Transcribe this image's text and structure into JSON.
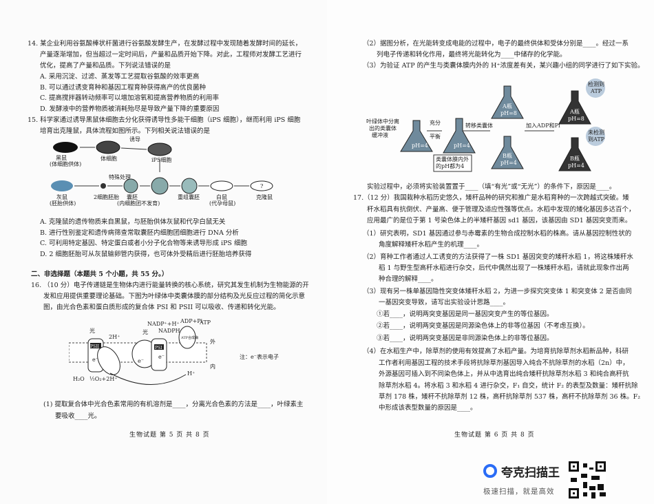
{
  "left_page": {
    "q14": {
      "lines": [
        "14. 某企业利用谷氨酸棒状杆菌进行谷氨酸发酵生产，在发酵过程中发现随着发酵时间的延长，",
        "产量逐渐增加，但当超过一定时间后，产量和品质开始下降。对此，工程师对发酵工艺进行",
        "优化，提高了产量和品质。下列说法错误的是"
      ],
      "options": [
        "A. 采用沉淀、过滤、蒸发等工艺提取谷氨酸的效率更高",
        "B. 可以通过诱变育种和基因工程育种获得高产的优良菌种",
        "C. 提高搅拌器转动频率可以增加溶氧和提高营养物质的利用率",
        "D. 发酵液中的营养物质被消耗殆尽是导致产量下降的重要原因"
      ]
    },
    "q15": {
      "lines": [
        "15. 科学家通过诱导黑鼠体细胞去分化获得诱导性多能干细胞（iPS 细胞），继而利用 iPS 细胞",
        "培育出克隆鼠，具体流程如图所示。下列相关说法错误的是"
      ],
      "diagram": {
        "black_mouse": "黑鼠",
        "black_mouse_note": "(体细胞供体)",
        "somatic_cells": "体细胞",
        "induce": "诱导",
        "ips_cells": "iPS细胞",
        "gray_mouse": "灰鼠",
        "gray_mouse_note": "(胚胎供体)",
        "two_cell": "2细胞胚胎",
        "special": "特殊处理",
        "blastocyst": "囊胚",
        "blastocyst_note": "(内细胞团不发育)",
        "recon": "重组囊胚",
        "white_mouse": "白鼠",
        "white_mouse_note": "(代孕母鼠)",
        "clone": "克隆鼠",
        "question": "?"
      },
      "options": [
        "A. 克隆鼠的遗传物质来自黑鼠，与胚胎供体灰鼠和代孕白鼠无关",
        "B. 进行性别鉴定和遗传病筛查常取囊胚内细胞团细胞进行 DNA 分析",
        "C. 可利用特定基因、特定蛋白或者小分子化合物等来诱导形成 iPS 细胞",
        "D. 2 细胞胚胎可从灰鼠输卵管内获得，也可体外受精后进行胚胎培养获得"
      ]
    },
    "section2": "二、非选择题（本题共 5 个小题，共 55 分。）",
    "q16": {
      "lines": [
        "16. （10 分）电子传递链是生物体内进行能量转换的核心系统，研究其发生机制为生物能源的开",
        "发和应用提供重要理论基础。下图为叶绿体中类囊体膜的部分结构及光反应过程的简化示意",
        "图，由光合色素和蛋白质形成的复合体 PSI 和 PSII 可以吸收、传递和转化光能。"
      ],
      "diagram": {
        "light1": "光",
        "light2": "光",
        "psii": "PSII",
        "psi": "PSI",
        "h2o": "H₂O",
        "o2": "½O₂+2H⁺",
        "two_h": "2H⁺",
        "nadp": "NADP⁺+H⁺",
        "nadph": "NADPH",
        "adp": "ADP+Pi",
        "atp": "ATP",
        "atp_synthase": "ATP合成酶",
        "e1": "e⁻",
        "e2": "e⁻",
        "e3": "e⁻",
        "h_plus": "H⁺",
        "outside": "外",
        "inside": "内",
        "note": "注：e⁻表示电子"
      },
      "sub1": [
        "(1) 提取复合体中光合色素常用的有机溶剂是____，分离光合色素的方法是____，叶绿素主",
        "要吸收____光。"
      ]
    },
    "footer": "生物试题  第 5 页  共 8 页"
  },
  "right_page": {
    "q16_cont": {
      "sub2": [
        "（2）据图分析，在光能转变成电能的过程中，电子的最终供体和受体分别是____。经过一系",
        "列电子传递和转化作用，最终将光能转化为____中储存的化学能。"
      ],
      "sub3": "（3）为验证 ATP 的产生与类囊体膜内外的 H⁺浓度差有关，某兴趣小组的同学进行了如下实验。",
      "diagram": {
        "source": [
          "叶绿体中分离",
          "出的类囊体",
          "缓冲液"
        ],
        "ph4": "pH=4",
        "equil": [
          "充分",
          "平衡"
        ],
        "ph4b": "pH=4",
        "box": [
          "类囊体膜内外",
          "的pH都为4"
        ],
        "transfer": "转移类囊体",
        "a": "A瓶",
        "a_ph": "pH=8",
        "b": "B瓶",
        "b_ph": "pH=4",
        "add": "加入ADP和Pi",
        "a2": "A瓶",
        "a2_ph": "pH=8",
        "b2": "B瓶",
        "b2_ph": "pH=4",
        "detected": [
          "检测到",
          "ATP"
        ],
        "not_detected": [
          "未检测",
          "到ATP"
        ]
      },
      "after": "实验过程中，必须将实验装置置于____（填“有光”或“无光”）的条件下，原因是____。"
    },
    "q17": {
      "lines": [
        "17.（12 分）我国栽种水稻历史悠久，矮秆品种的研究和推广是水稻育种的一次跨越式突破。矮",
        "秆水稻具有抗倒伏、产量高、便于管理及适应性强等优点。水稻中发现的矮化基因多达百个，",
        "应用最广的是位于第 1 号染色体上的半矮秆基因 sd1 基因，该基因由 SD1 基因突变而来。"
      ],
      "sub1": [
        "（1）研究表明，SD1 基因通过参与赤霉素的生物合成控制水稻的株高。请从基因控制性状的",
        "角度解释矮秆水稻产生的机理____。"
      ],
      "sub2": [
        "（2）育种工作者通过人工诱变的方法获得了一株 SD1 基因突变的矮秆水稻 1，将这株矮秆水",
        "稻 1 与野生型高秆水稻进行杂交，后代中偶然出现了一株矮秆水稻，请就此现象作出两",
        "种合理的解释____。"
      ],
      "sub3": [
        "（3）现有另一株单基因隐性突变体矮秆水稻 2，为进一步探究突变体 1 和突变体 2 是否由同",
        "一基因突变导致，请写出实验设计思路____。",
        "①若____，说明两突变基因是同一基因突变产生的等位基因。",
        "②若____，说明两突变基因是同源染色体上的非等位基因（不考虑互换）。",
        "③若____，说明两突变基因是非同源染色体上的非等位基因。"
      ],
      "sub4": [
        "（4）在水稻生产中，除草剂的使用有效提高了水稻产量。为培育抗除草剂水稻新品种，科研",
        "工作者利用基因工程的技术手段将抗除草剂基因导入纯合不抗除草剂的水稻（2n）中，",
        "外源基因可插入到不同染色体上，并从中选育出纯合矮秆抗除草剂水稻 3 和纯合高秆抗",
        "除草剂水稻 4。将水稻 3 和水稻 4 进行杂交，F₁ 自交，统计 F₂ 的表型及数量：矮秆抗除",
        "草剂 178 株，矮秆不抗除草剂 12 株，高秆抗除草剂 537 株，高秆不抗除草剂 36 株。F₂",
        "中形成该表型数量的原因是____。"
      ]
    },
    "footer": "生物试题  第 6 页  共 8 页"
  },
  "watermark": {
    "brand": "夸克扫描王",
    "slogan": "极速扫描，就是高效",
    "accent": "#2a6cf6"
  }
}
